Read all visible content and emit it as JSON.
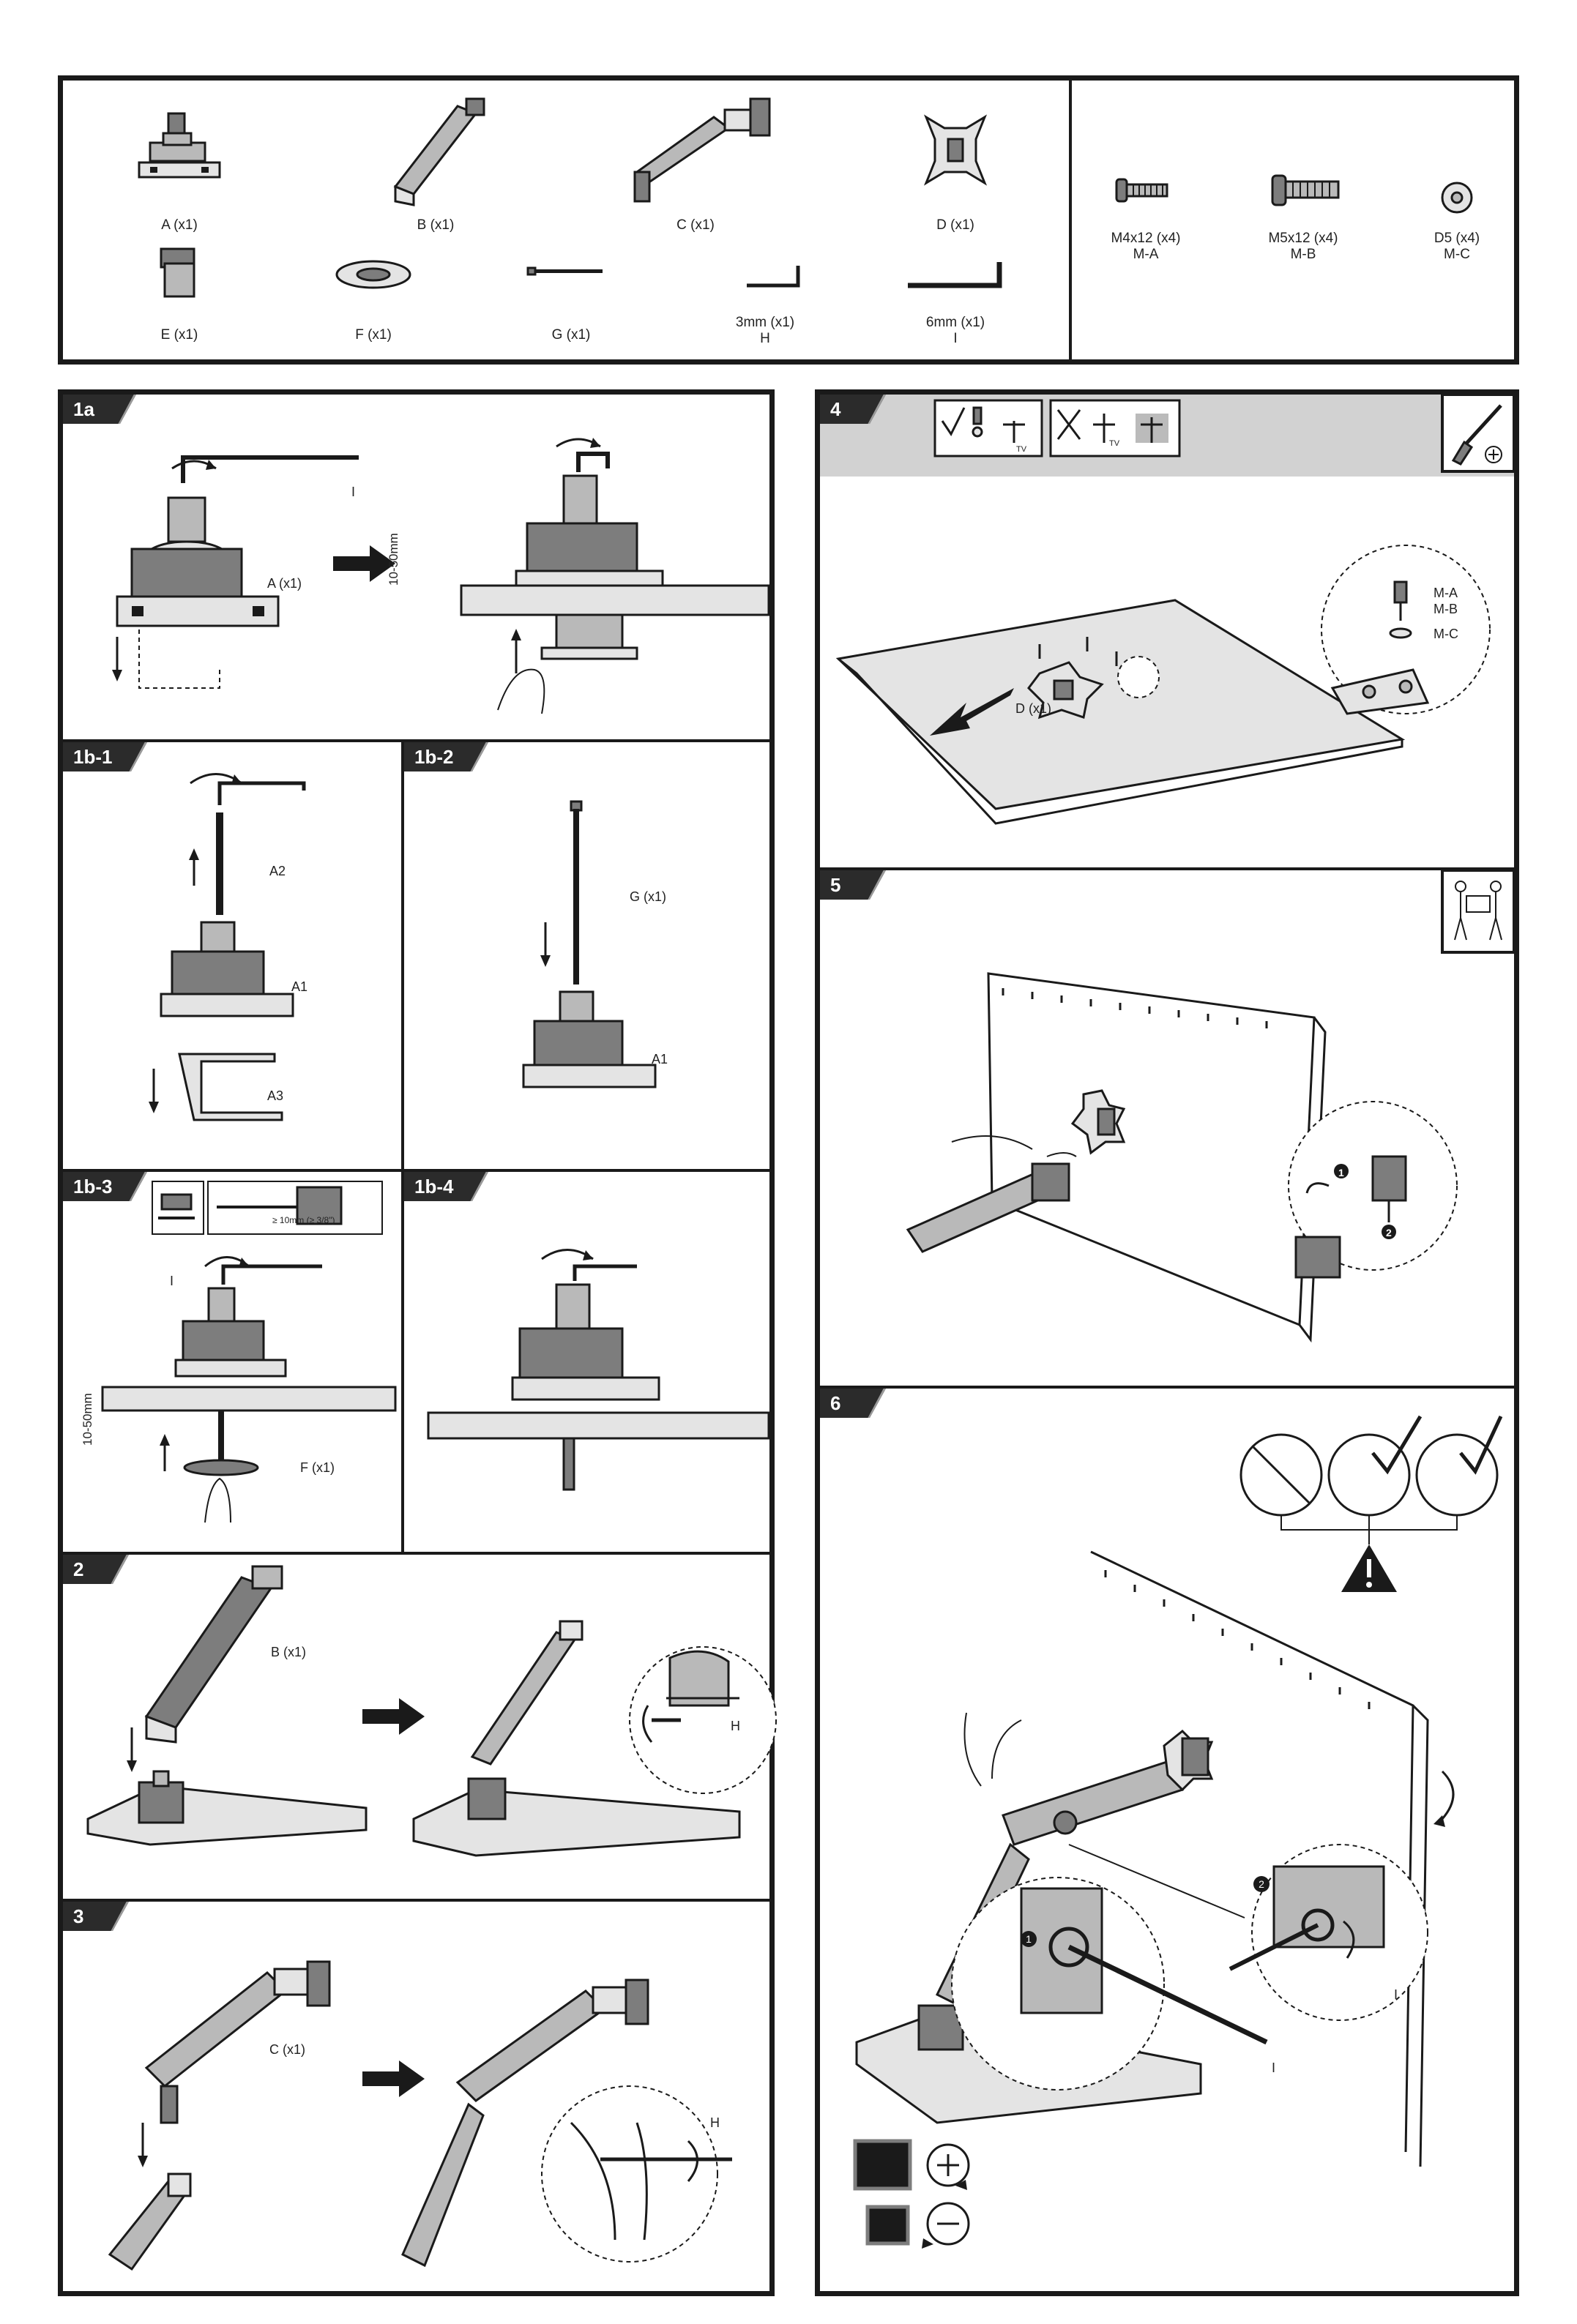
{
  "parts": {
    "A": "A (x1)",
    "B": "B (x1)",
    "C": "C (x1)",
    "D": "D (x1)",
    "E": "E (x1)",
    "F": "F (x1)",
    "G": "G (x1)",
    "H_size": "3mm (x1)",
    "H": "H",
    "I_size": "6mm (x1)",
    "I": "I"
  },
  "hardware": {
    "MA_size": "M4x12 (x4)",
    "MA": "M-A",
    "MB_size": "M5x12 (x4)",
    "MB": "M-B",
    "MC_size": "D5 (x4)",
    "MC": "M-C"
  },
  "steps": {
    "s1a": "1a",
    "s1b1": "1b-1",
    "s1b2": "1b-2",
    "s1b3": "1b-3",
    "s1b4": "1b-4",
    "s2": "2",
    "s3": "3",
    "s4": "4",
    "s5": "5",
    "s6": "6"
  },
  "callouts": {
    "thickness": "10-50mm",
    "hole": "≥ 10mm (≥ 3/8\")",
    "tv": "TV",
    "n1": "1",
    "n2": "2"
  }
}
